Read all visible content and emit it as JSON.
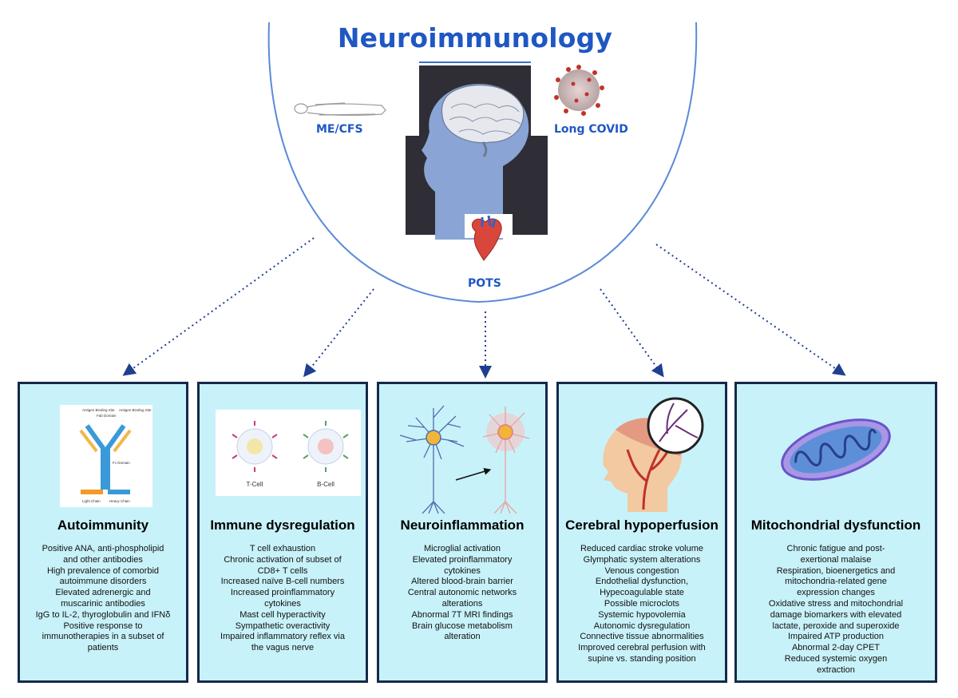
{
  "header": {
    "title": "Neuroimmunology",
    "conditions": [
      "ME/CFS",
      "Long COVID",
      "POTS"
    ]
  },
  "boxes": [
    {
      "heading": "Autoimmunity",
      "image_labels": [
        "Antigen Binding Site",
        "Fab Domain",
        "Antigen Binding Site",
        "Fc Domain",
        "Light Chain",
        "Heavy Chain"
      ],
      "lines": [
        "Positive ANA, anti-phospholipid",
        "and other antibodies",
        "High prevalence of comorbid",
        "autoimmune disorders",
        "Elevated adrenergic and",
        "muscarinic antibodies",
        "IgG to IL-2, thyroglobulin and IFNδ",
        "Positive response to",
        "immunotherapies in a subset of",
        "patients"
      ]
    },
    {
      "heading": "Immune dysregulation",
      "image_labels": [
        "T-Cell",
        "B-Cell"
      ],
      "lines": [
        "T cell exhaustion",
        "Chronic activation of subset of",
        "CD8+ T cells",
        "Increased naïve B-cell numbers",
        "Increased proinflammatory",
        "cytokines",
        "Mast cell hyperactivity",
        "Sympathetic overactivity",
        "Impaired inflammatory reflex via",
        "the vagus nerve"
      ]
    },
    {
      "heading": "Neuroinflammation",
      "lines": [
        "Microglial activation",
        "Elevated proinflammatory",
        "cytokines",
        "Altered blood-brain barrier",
        "Central autonomic networks",
        "alterations",
        "Abnormal 7T MRI findings",
        "Brain glucose metabolism",
        "alteration"
      ]
    },
    {
      "heading": "Cerebral hypoperfusion",
      "lines": [
        "Reduced cardiac stroke volume",
        "Glymphatic system alterations",
        "Venous congestion",
        "Endothelial dysfunction,",
        "Hypecoagulable state",
        "Possible microclots",
        "Systemic hypovolemia",
        "Autonomic dysregulation",
        "Connective tissue abnormalities",
        "Improved cerebral perfusion with",
        "supine vs. standing position"
      ]
    },
    {
      "heading": "Mitochondrial dysfunction",
      "lines": [
        "Chronic fatigue and post-",
        "exertional malaise",
        "Respiration, bioenergetics and",
        "mitochondria-related gene",
        "expression changes",
        "Oxidative stress and mitochondrial",
        "damage biomarkers with elevated",
        "lactate, peroxide and superoxide",
        "Impaired ATP production",
        "Abnormal 2-day CPET",
        "Reduced systemic oxygen",
        "extraction"
      ]
    }
  ],
  "colors": {
    "title_blue": "#1f57c3",
    "box_fill": "#c8f2f9",
    "box_border": "#15294a",
    "arrow": "#1f3f8f"
  }
}
